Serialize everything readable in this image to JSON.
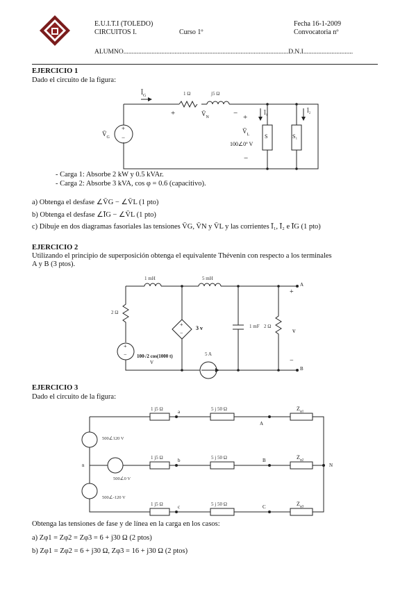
{
  "header": {
    "school": "E.U.I.T.I (TOLEDO)",
    "subject": "CIRCUITOS I.",
    "course": "Curso 1º",
    "date": "Fecha 16-1-2009",
    "call": "Convocatoria nº",
    "student_line": "ALUMNO....................................................................................................D.N.I.............................."
  },
  "ex1": {
    "title": "EJERCICIO 1",
    "intro": "Dado el circuito de la figura:",
    "circuit": {
      "ig": "Ī",
      "ig_sub": "G",
      "r": "1 Ω",
      "l": "j5 Ω",
      "vn": "V̄",
      "vn_sub": "N",
      "vg": "V̄",
      "vg_sub": "G",
      "vl": "V̄",
      "vl_sub": "L",
      "vl_value": "100∠0º V",
      "plus": "+",
      "minus": "−",
      "i1": "Ī₁",
      "i2": "Ī₂",
      "s": "S",
      "s1": "S₁"
    },
    "load1": "- Carga 1: Absorbe 2 kW y 0.5 kVAr.",
    "load2": "- Carga 2: Absorbe 3 kVA, cos φ = 0.6 (capacitivo).",
    "qa": "a) Obtenga el desfase ∠V̄G − ∠V̄L (1 pto)",
    "qb": "b) Obtenga el desfase ∠ĪG − ∠V̄L (1 pto)",
    "qc": "c) Dibuje en dos diagramas fasoriales las tensiones V̄G, V̄N y V̄L y las corrientes Ī₁, Ī₂ e ĪG (1 pto)"
  },
  "ex2": {
    "title": "EJERCICIO 2",
    "line1": "Utilizando el principio de superposición obtenga el equivalente Thévenin con respecto a los terminales",
    "line2": "A y B (3 ptos).",
    "circuit": {
      "l1": "1 mH",
      "l2": "5 mH",
      "r_left": "2 Ω",
      "dep": "3 v",
      "cap": "1 mF",
      "r_right": "2 Ω",
      "v": "v",
      "src": "100√2 cos(1000 t)",
      "src_unit": "V",
      "isrc": "5 A",
      "a": "A",
      "b": "B",
      "plus": "+",
      "minus": "−"
    }
  },
  "ex3": {
    "title": "EJERCICIO 3",
    "intro": "Dado el circuito de la figura:",
    "circuit": {
      "z_line": "1 j5 Ω",
      "z_line2": "5 j 50 Ω",
      "za": "Z",
      "za_sub": "φ1",
      "zb": "Z",
      "zb_sub": "φ2",
      "zc": "Z",
      "zc_sub": "φ3",
      "src1": "500∠120 V",
      "src2": "500∠0 V",
      "src3": "500∠-120 V",
      "na": "a",
      "nb": "b",
      "nc": "c",
      "A": "A",
      "B": "B",
      "C": "C",
      "N": "N",
      "neutral": "n"
    },
    "question": "Obtenga las tensiones de fase y de línea en la carga en los casos:",
    "qa": "a)   Zφ1 = Zφ2 = Zφ3 = 6 + j30 Ω (2 ptos)",
    "qb": "b)   Zφ1 = Zφ2 = 6 + j30 Ω, Zφ3 = 16 + j30 Ω (2 ptos)"
  }
}
